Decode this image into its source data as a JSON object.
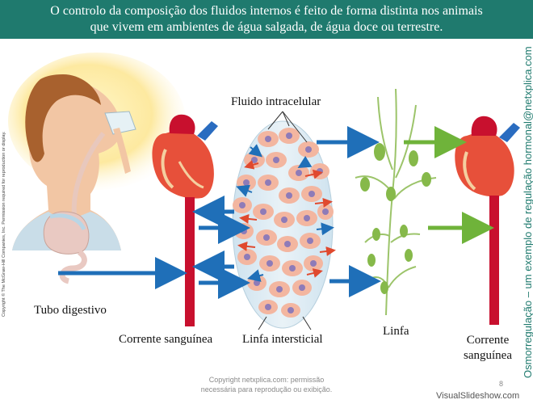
{
  "header": {
    "line1": "O controlo da composição dos fluidos internos é feito de forma distinta nos animais",
    "line2": "que vivem em ambientes de água salgada, de água doce ou terrestre."
  },
  "side_title": "Osmorregulação – um exemplo de regulação hormonal@netxplica.com",
  "side_copyright": "Copyright © The McGraw-Hill Companies, Inc. Permission required for reproduction or display.",
  "labels": {
    "fluido_intracelular": "Fluido intracelular",
    "tubo_digestivo": "Tubo digestivo",
    "corrente_sanguinea_left": "Corrente sanguínea",
    "linfa_intersticial": "Linfa intersticial",
    "linfa": "Linfa",
    "corrente_sanguinea_right_1": "Corrente",
    "corrente_sanguinea_right_2": "sanguínea"
  },
  "footer": {
    "line1": "Copyright netxplica.com: permissão",
    "line2": "necessária para reprodução ou exibição."
  },
  "page_number": "8",
  "watermark": "VisualSlideshow.com",
  "colors": {
    "header_bg": "#1f7a6e",
    "blood_vessel": "#c8102e",
    "arrow_blue": "#1f6fb8",
    "arrow_red": "#e0492e",
    "arrow_green": "#6fb33a",
    "lymph_green": "#86b94a",
    "cell": "#f3b6a0",
    "nucleus": "#8e7bb8"
  }
}
